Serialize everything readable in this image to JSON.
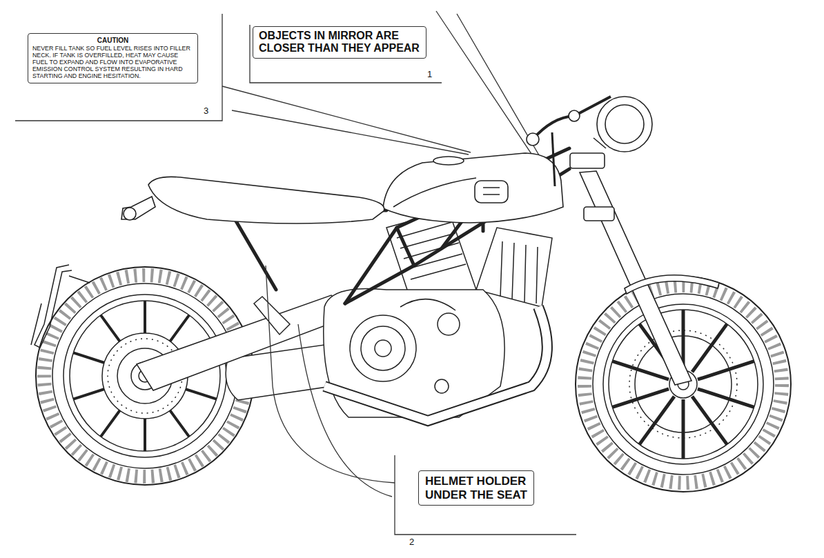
{
  "diagram": {
    "nodes": [
      {
        "text": [
          "CAUTION",
          "NEVER FILL TANK SO FUEL LEVEL RISES INTO FILLER NECK. IF TANK IS OVERFILLED, HEAT MAY CAUSE FUEL TO EXPAND AND FLOW INTO EVAPORATIVE EMISSION CONTROL SYSTEM RESULTING IN HARD STARTING AND ENGINE HESITATION."
        ]
      },
      {
        "text": [
          "OBJECTS IN MIRROR ARE CLOSER THAN THEY APPEAR"
        ]
      },
      {
        "text": [
          "HELMET HOLDER UNDER THE SEAT"
        ]
      }
    ],
    "labels": [
      "1",
      "3",
      "2"
    ]
  }
}
